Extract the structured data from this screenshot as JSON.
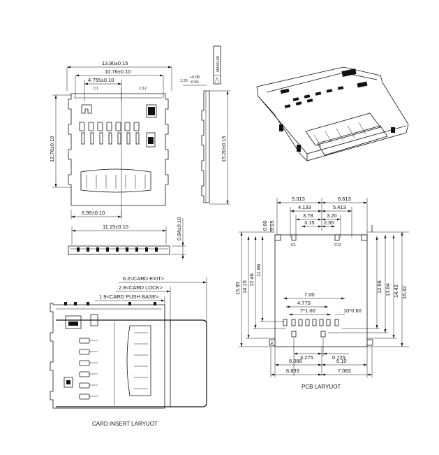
{
  "top_view": {
    "dim_overall_width": "13.90±0.15",
    "dim_inner_width": "10.76±0.10",
    "dim_offset": "4.755±0.10",
    "dim_height": "12.76±0.10",
    "dim_bottom": "6.95±0.10",
    "c1_label": "C1",
    "c12_label": "C12"
  },
  "side_view": {
    "flatness": "MAX0.08",
    "thickness": "1.20",
    "thickness_tol_plus": "+0.08",
    "thickness_tol_minus": "-0.00",
    "dim_length": "15.20±0.15"
  },
  "front_view": {
    "dim_width": "11.15±0.10",
    "dim_height": "0.84±0.10"
  },
  "card_insert": {
    "exit_label": "6.2<CARD EXIT>",
    "lock_label": "2.8<CARD LOCK>",
    "push_label": "1.9<CARD PUSH BASE>",
    "caption": "CARD INSERT LARYUOT"
  },
  "pcb_layout": {
    "caption": "PCB LARYUOT",
    "top_dims": [
      "5.313",
      "6.613",
      "4.133",
      "5.413",
      "3.78",
      "3.20",
      "3.15",
      "2.55"
    ],
    "left_dims": [
      "0.60",
      "0.25",
      "15.35",
      "14.15",
      "12.46",
      "11.66"
    ],
    "right_dims": [
      "12.96",
      "13.64",
      "14.42",
      "15.32"
    ],
    "mid_dims": [
      "7.00",
      "4.775",
      "7*1.00",
      "10*0.60"
    ],
    "bottom_dims": [
      "3.275",
      "0.725",
      "6.088",
      "6.10",
      "6.833",
      "7.083"
    ],
    "c1_label": "C1",
    "c12_label": "C12",
    "p_label": "P"
  }
}
